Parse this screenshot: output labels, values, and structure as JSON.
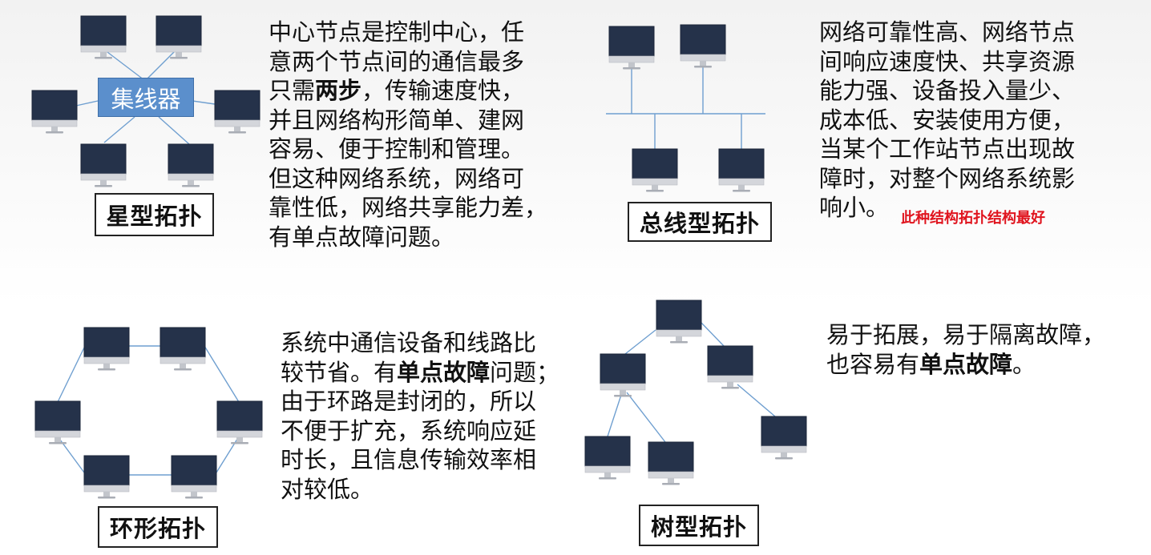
{
  "star": {
    "hub_label": "集线器",
    "title": "星型拓扑",
    "desc": {
      "l1": "中心节点是控制中心，任",
      "l2": "意两个节点间的通信最多",
      "l3_pre": "只需",
      "l3_bold": "两步",
      "l3_post": "，传输速度快，",
      "l4": "并且网络构形简单、建网",
      "l5": "容易、便于控制和管理。",
      "l6": "但这种网络系统，网络可",
      "l7": "靠性低，网络共享能力差，",
      "l8": "有单点故障问题。"
    }
  },
  "bus": {
    "title": "总线型拓扑",
    "desc": {
      "l1": "网络可靠性高、网络节点",
      "l2": "间响应速度快、共享资源",
      "l3": "能力强、设备投入量少、",
      "l4": "成本低、安装使用方便，",
      "l5": "当某个工作站节点出现故",
      "l6": "障时，对整个网络系统影",
      "l7": "响小。"
    },
    "note": "此种结构拓扑结构最好"
  },
  "ring": {
    "title": "环形拓扑",
    "desc": {
      "l1": "系统中通信设备和线路比",
      "l2_pre": "较节省。有",
      "l2_bold": "单点故障",
      "l2_post": "问题；",
      "l3": "由于环路是封闭的，所以",
      "l4": "不便于扩充，系统响应延",
      "l5": "时长，且信息传输效率相",
      "l6": "对较低。"
    }
  },
  "tree": {
    "title": "树型拓扑",
    "desc": {
      "l1": "易于拓展，易于隔离故障，",
      "l2_pre": "也容易有",
      "l2_bold": "单点故障",
      "l2_post": "。"
    }
  },
  "colors": {
    "monitor_screen": "#25324a",
    "link_line": "#6f9fd0",
    "hub_fill": "#5b8fcc",
    "note": "#e0141e"
  },
  "icons": [
    "monitor-icon"
  ]
}
